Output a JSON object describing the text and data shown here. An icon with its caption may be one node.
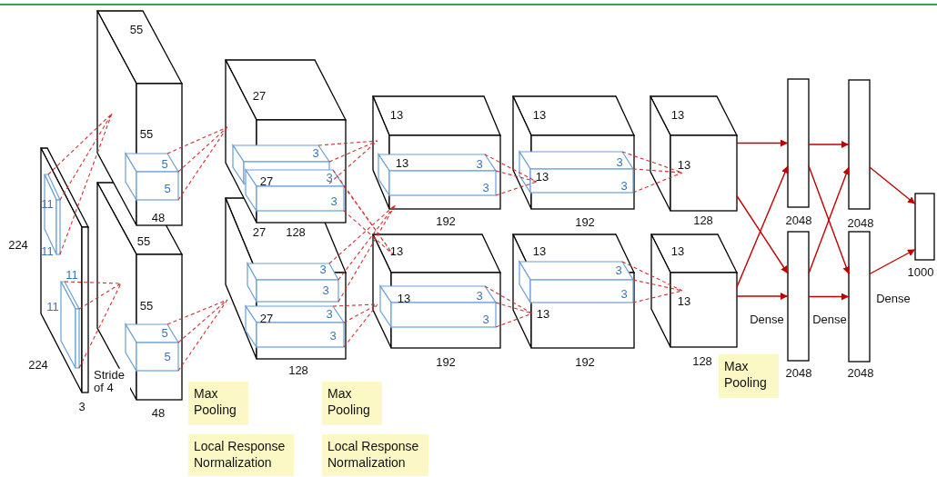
{
  "diagram": {
    "nodes": [
      {
        "text": [],
        "shape": "box"
      },
      {
        "text": [],
        "shape": "box"
      },
      {
        "text": [],
        "shape": "box"
      },
      {
        "text": [],
        "shape": "box"
      },
      {
        "text": [],
        "shape": "box"
      },
      {
        "text": [],
        "shape": "box"
      },
      {
        "text": [],
        "shape": "box"
      },
      {
        "text": [],
        "shape": "box"
      },
      {
        "text": [],
        "shape": "box"
      },
      {
        "text": [],
        "shape": "box"
      },
      {
        "text": [],
        "shape": "box"
      },
      {
        "text": [],
        "shape": "bar"
      },
      {
        "text": [],
        "shape": "bar"
      },
      {
        "text": [],
        "shape": "bar"
      },
      {
        "text": [],
        "shape": "bar"
      },
      {
        "text": [],
        "shape": "bar"
      },
      {
        "text": [
          "Max Pooling"
        ]
      },
      {
        "text": [
          "Local Response Normalization"
        ]
      },
      {
        "text": [
          "Max Pooling"
        ]
      },
      {
        "text": [
          "Local Response Normalization"
        ]
      },
      {
        "text": [
          "Max Pooling"
        ]
      }
    ],
    "edges": [
      {
        "from": 9,
        "to": 11,
        "arrow": "to"
      },
      {
        "from": 9,
        "to": 12,
        "arrow": "to"
      },
      {
        "from": 10,
        "to": 11,
        "arrow": "to"
      },
      {
        "from": 10,
        "to": 12,
        "arrow": "to"
      },
      {
        "from": 11,
        "to": 13,
        "arrow": "to"
      },
      {
        "from": 11,
        "to": 14,
        "arrow": "to"
      },
      {
        "from": 12,
        "to": 13,
        "arrow": "to"
      },
      {
        "from": 12,
        "to": 14,
        "arrow": "to"
      },
      {
        "from": 13,
        "to": 15,
        "arrow": "to"
      },
      {
        "from": 14,
        "to": 15,
        "arrow": "to"
      }
    ],
    "labels": [
      "224",
      "224",
      "11",
      "11",
      "11",
      "11",
      "Stride of 4",
      "3",
      "55",
      "55",
      "5",
      "5",
      "48",
      "55",
      "55",
      "5",
      "5",
      "48",
      "27",
      "3",
      "27",
      "3",
      "3",
      "27",
      "128",
      "3",
      "3",
      "27",
      "3",
      "3",
      "128",
      "13",
      "13",
      "3",
      "3",
      "192",
      "13",
      "13",
      "3",
      "3",
      "192",
      "13",
      "3",
      "13",
      "3",
      "192",
      "13",
      "3",
      "3",
      "13",
      "192",
      "13",
      "13",
      "128",
      "13",
      "13",
      "128",
      "2048",
      "Dense",
      "2048",
      "2048",
      "Dense",
      "2048",
      "1000",
      "Dense"
    ]
  }
}
